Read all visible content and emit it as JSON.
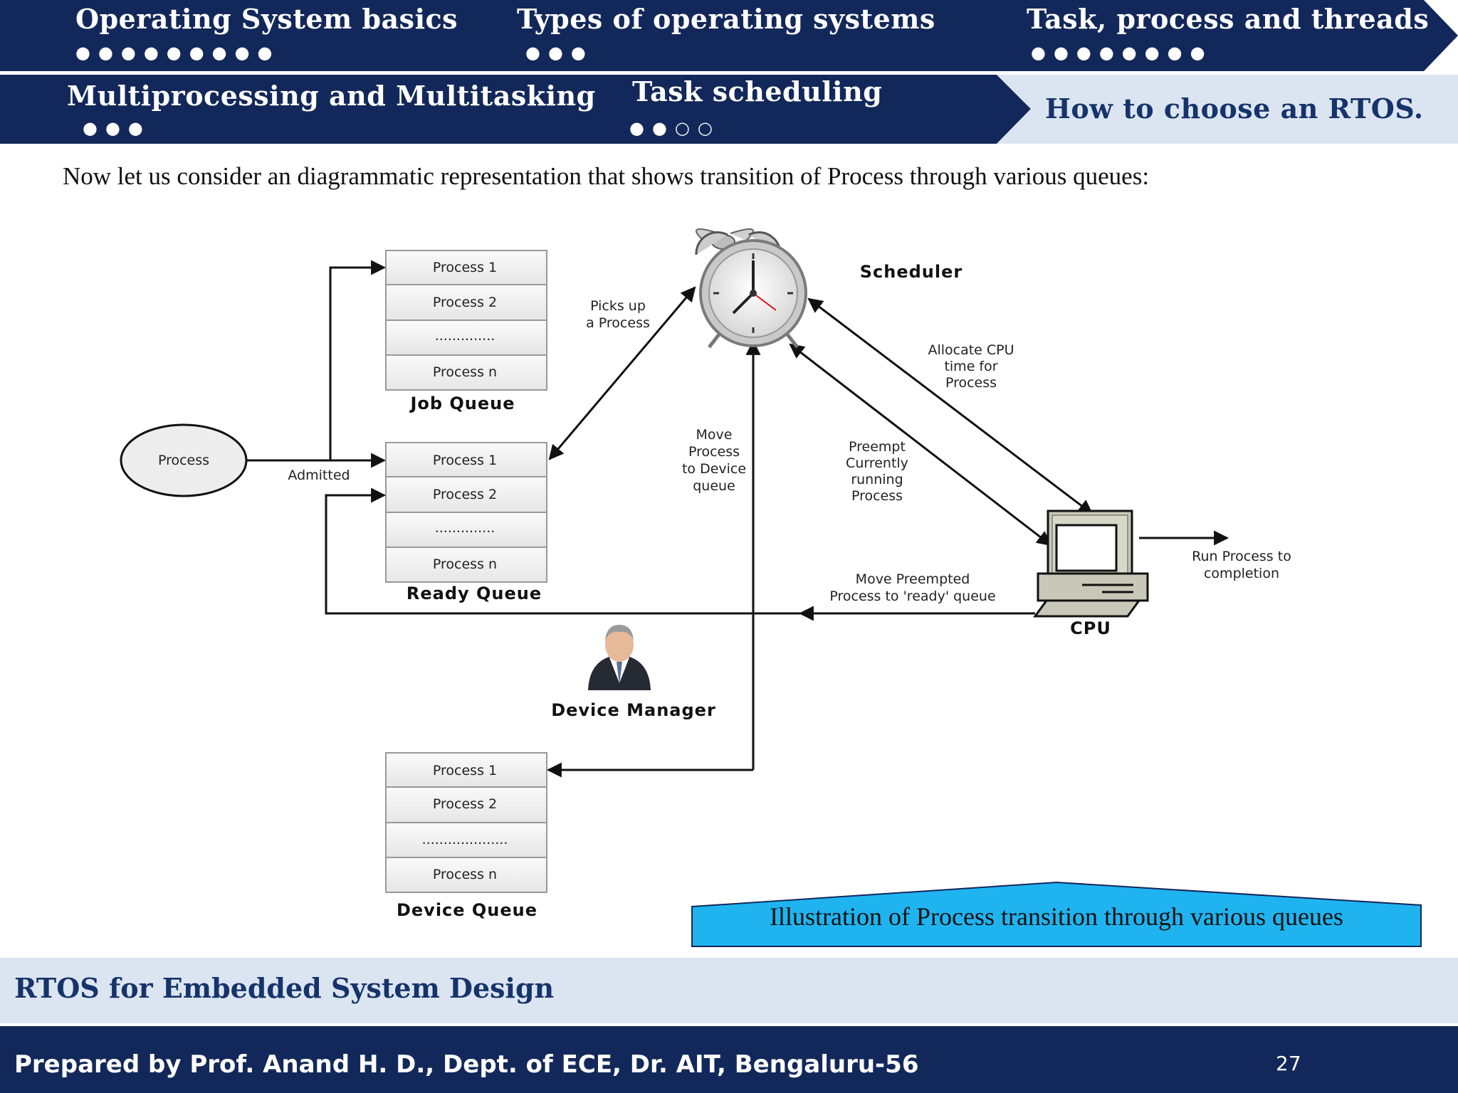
{
  "nav": {
    "row1": [
      {
        "label": "Operating System basics",
        "dots": "●●●●●●●●●"
      },
      {
        "label": "Types of operating systems",
        "dots": "●●●"
      },
      {
        "label": "Task, process and threads",
        "dots": "●●●●●●●●"
      }
    ],
    "row2": [
      {
        "label": "Multiprocessing and Multitasking",
        "dots": "●●●"
      },
      {
        "label": "Task scheduling",
        "dots": "●●○○"
      },
      {
        "label": "How to choose an RTOS."
      }
    ]
  },
  "intro": "Now let us consider an diagrammatic representation that shows transition of Process through various queues:",
  "diagram": {
    "process_node": "Process",
    "admitted": "Admitted",
    "job_queue": {
      "title": "Job Queue",
      "items": [
        "Process 1",
        "Process 2",
        "..............",
        "Process n"
      ]
    },
    "ready_queue": {
      "title": "Ready Queue",
      "items": [
        "Process 1",
        "Process 2",
        "..............",
        "Process n"
      ]
    },
    "device_queue": {
      "title": "Device Queue",
      "items": [
        "Process 1",
        "Process 2",
        "....................",
        "Process n"
      ]
    },
    "scheduler": "Scheduler",
    "picks_up": [
      "Picks up",
      "a Process"
    ],
    "move_to_device": [
      "Move",
      "Process",
      "to Device",
      "queue"
    ],
    "allocate_cpu": [
      "Allocate CPU",
      "time for",
      "Process"
    ],
    "preempt": [
      "Preempt",
      "Currently",
      "running",
      "Process"
    ],
    "move_preempted": [
      "Move Preempted",
      "Process to 'ready' queue"
    ],
    "run_to_completion": [
      "Run Process to",
      "completion"
    ],
    "cpu": "CPU",
    "device_manager": "Device Manager",
    "caption": "Illustration of Process transition through various queues"
  },
  "footer": {
    "course": "RTOS for Embedded System Design",
    "prepared_by": "Prepared by Prof. Anand H. D., Dept. of ECE,  Dr. AIT, Bengaluru-56",
    "page": "27"
  },
  "colors": {
    "nav_dark": "#13285a",
    "nav_light": "#dbe5f1",
    "caption_fill": "#1fb4f0",
    "active_nav_text": "#16336b"
  }
}
